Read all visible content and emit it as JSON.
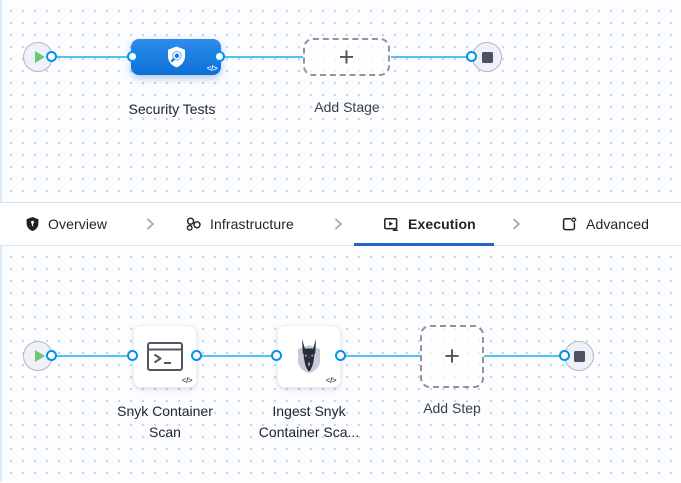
{
  "stage_pipeline": {
    "stage_label": "Security Tests",
    "stage_icon": "security-shield-search-icon",
    "code_icon_text": "</>",
    "add_stage_label": "Add Stage",
    "plus": "+"
  },
  "tab_bar": {
    "tabs": [
      {
        "label": "Overview",
        "icon": "shield-icon",
        "active": false
      },
      {
        "label": "Infrastructure",
        "icon": "infrastructure-icon",
        "active": false
      },
      {
        "label": "Execution",
        "icon": "execution-play-icon",
        "active": true
      },
      {
        "label": "Advanced",
        "icon": "advanced-gear-icon",
        "active": false
      }
    ],
    "separator_icon": "chevron-right-icon"
  },
  "execution_pipeline": {
    "steps": [
      {
        "label": "Snyk Container Scan",
        "icon": "terminal-icon",
        "code_icon_text": "</>"
      },
      {
        "label": "Ingest Snyk Container Sca...",
        "icon": "snyk-doberman-logo-icon",
        "code_icon_text": "</>"
      }
    ],
    "add_step_label": "Add Step",
    "plus": "+"
  },
  "colors": {
    "canvas_background": "#fbfdff",
    "grid_dot": "#ccd2de",
    "connector_line": "#57c0f3",
    "connector_ring": "#0093e9",
    "stage_blue_top": "#2e8ceb",
    "stage_blue_bottom": "#0c70d8",
    "active_tab_underline": "#2164ca",
    "play_green": "#68ca6d",
    "end_square": "#4d5263"
  }
}
